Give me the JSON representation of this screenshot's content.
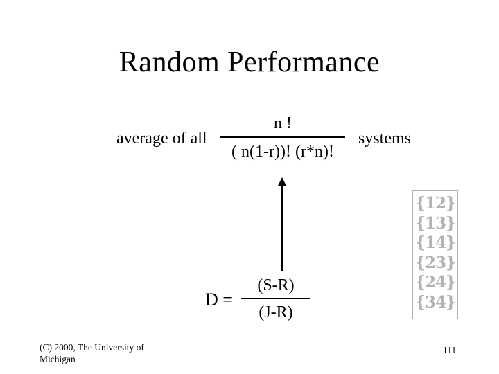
{
  "slide": {
    "title": "Random Performance",
    "equation1": {
      "left_label": "average of all",
      "numerator": "n !",
      "denominator": "( n(1-r))! (r*n)!",
      "right_label": "systems"
    },
    "arrow_icon": "up-arrow",
    "equation2": {
      "lhs": "D =",
      "numerator": "(S-R)",
      "denominator": "(J-R)"
    },
    "systems_box": {
      "items": [
        "{12}",
        "{13}",
        "{14}",
        "{23}",
        "{24}",
        "{34}"
      ],
      "text_color": "#b3b3b3",
      "border_color": "#b0b0b0"
    },
    "footer": {
      "copyright": "(C) 2000, The University of Michigan",
      "page_number": "111"
    }
  }
}
